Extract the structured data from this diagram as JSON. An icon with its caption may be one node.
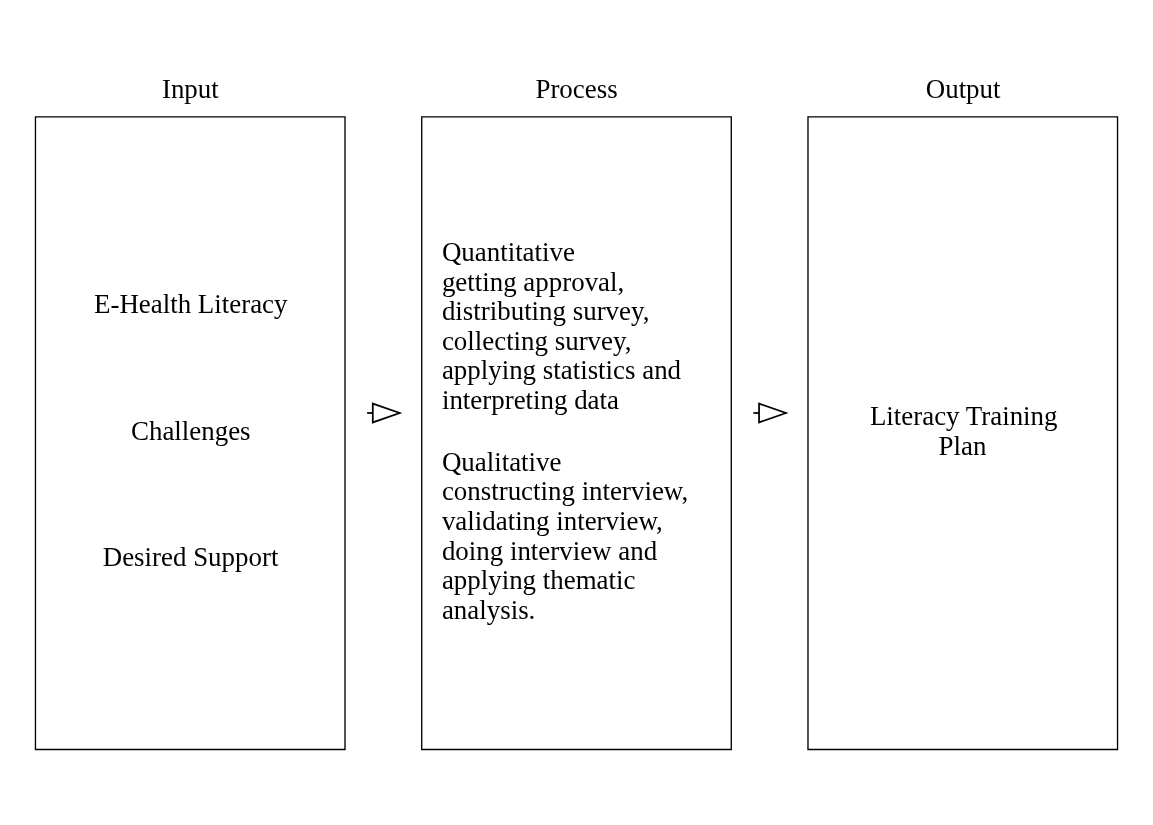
{
  "diagram": {
    "nodes": [
      {
        "text": [
          "Input",
          "E-Health Literacy",
          "Challenges",
          "Desired Support"
        ]
      },
      {
        "text": [
          "Process",
          "Quantitative",
          "getting approval, distributing survey, collecting survey, applying statistics and interpreting data",
          "Qualitative",
          "constructing interview, validating interview, doing interview and applying thematic analysis."
        ]
      },
      {
        "text": [
          "Output",
          "Literacy Training Plan"
        ]
      }
    ],
    "edges": [
      {
        "from": 0,
        "to": 1,
        "arrow": "to"
      },
      {
        "from": 1,
        "to": 2,
        "arrow": "to"
      }
    ]
  }
}
